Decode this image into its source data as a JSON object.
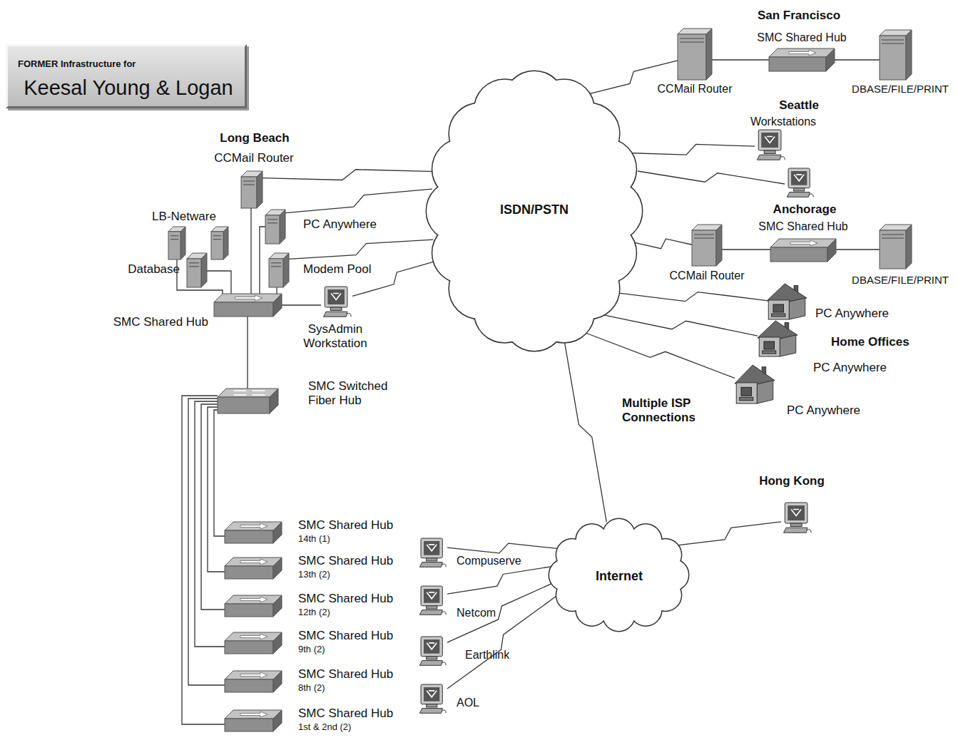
{
  "diagram": {
    "nodes": [
      {
        "text": [
          "FORMER Infrastructure for",
          "Keesal Young & Logan"
        ]
      },
      {
        "text": [
          "CCMail Router"
        ]
      },
      {
        "text": [
          "SMC Shared Hub"
        ]
      },
      {
        "text": [
          "DBASE/FILE/PRINT"
        ]
      },
      {
        "text": [
          "CCMail Router"
        ]
      },
      {
        "text": [
          "Workstations"
        ]
      },
      {
        "text": [
          "LB-Netware"
        ]
      },
      {
        "text": [
          "PC Anywhere"
        ]
      },
      {
        "text": [
          "ISDN/PSTN"
        ]
      },
      {
        "text": [
          "CCMail Router"
        ]
      },
      {
        "text": [
          "SMC Shared Hub"
        ]
      },
      {
        "text": [
          "DBASE/FILE/PRINT"
        ]
      },
      {
        "text": [
          "Database"
        ]
      },
      {
        "text": [
          "Modem Pool"
        ]
      },
      {
        "text": [
          "SMC Shared Hub"
        ]
      },
      {
        "text": [
          "SysAdmin Workstation"
        ]
      },
      {
        "text": [
          "PC Anywhere"
        ]
      },
      {
        "text": [
          "PC Anywhere"
        ]
      },
      {
        "text": [
          "PC Anywhere"
        ]
      },
      {
        "text": [
          "SMC Switched Fiber Hub"
        ]
      },
      {
        "text": [
          "Hong Kong"
        ]
      },
      {
        "text": [
          "SMC Shared Hub",
          "14th (1)"
        ]
      },
      {
        "text": [
          "SMC Shared Hub",
          "13th (2)"
        ]
      },
      {
        "text": [
          "SMC Shared Hub",
          "12th (2)"
        ]
      },
      {
        "text": [
          "SMC Shared Hub",
          "9th (2)"
        ]
      },
      {
        "text": [
          "SMC Shared Hub",
          "8th (2)"
        ]
      },
      {
        "text": [
          "SMC Shared Hub",
          "1st & 2nd (2)"
        ]
      },
      {
        "text": [
          "Compuserve"
        ]
      },
      {
        "text": [
          "Netcom"
        ]
      },
      {
        "text": [
          "Earthlink"
        ]
      },
      {
        "text": [
          "AOL"
        ]
      },
      {
        "text": [
          "Internet"
        ]
      }
    ],
    "edges": [
      {
        "from": 4,
        "to": 8,
        "arrow": "none"
      },
      {
        "from": 7,
        "to": 8,
        "arrow": "none"
      },
      {
        "from": 13,
        "to": 8,
        "arrow": "none"
      },
      {
        "from": 15,
        "to": 8,
        "arrow": "none"
      },
      {
        "from": 8,
        "to": 1,
        "arrow": "none"
      },
      {
        "from": 1,
        "to": 2,
        "arrow": "none"
      },
      {
        "from": 2,
        "to": 3,
        "arrow": "none"
      },
      {
        "from": 8,
        "to": 5,
        "arrow": "none"
      },
      {
        "from": 8,
        "to": 9,
        "arrow": "none"
      },
      {
        "from": 9,
        "to": 10,
        "arrow": "none"
      },
      {
        "from": 10,
        "to": 11,
        "arrow": "none"
      },
      {
        "from": 8,
        "to": 16,
        "arrow": "none"
      },
      {
        "from": 8,
        "to": 17,
        "arrow": "none"
      },
      {
        "from": 8,
        "to": 18,
        "arrow": "none"
      },
      {
        "from": 8,
        "to": 31,
        "arrow": "none"
      },
      {
        "from": 31,
        "to": 20,
        "arrow": "none"
      },
      {
        "from": 27,
        "to": 31,
        "arrow": "none"
      },
      {
        "from": 28,
        "to": 31,
        "arrow": "none"
      },
      {
        "from": 29,
        "to": 31,
        "arrow": "none"
      },
      {
        "from": 30,
        "to": 31,
        "arrow": "none"
      },
      {
        "from": 6,
        "to": 14,
        "arrow": "none"
      },
      {
        "from": 12,
        "to": 14,
        "arrow": "none"
      },
      {
        "from": 4,
        "to": 14,
        "arrow": "none"
      },
      {
        "from": 7,
        "to": 14,
        "arrow": "none"
      },
      {
        "from": 13,
        "to": 14,
        "arrow": "none"
      },
      {
        "from": 15,
        "to": 14,
        "arrow": "none"
      },
      {
        "from": 14,
        "to": 19,
        "arrow": "none"
      },
      {
        "from": 19,
        "to": 21,
        "arrow": "none"
      },
      {
        "from": 19,
        "to": 22,
        "arrow": "none"
      },
      {
        "from": 19,
        "to": 23,
        "arrow": "none"
      },
      {
        "from": 19,
        "to": 24,
        "arrow": "none"
      },
      {
        "from": 19,
        "to": 25,
        "arrow": "none"
      },
      {
        "from": 19,
        "to": 26,
        "arrow": "none"
      }
    ],
    "labels": [
      "San Francisco",
      "Seattle",
      "Long Beach",
      "Anchorage",
      "Home Offices",
      "Multiple ISP Connections"
    ]
  }
}
